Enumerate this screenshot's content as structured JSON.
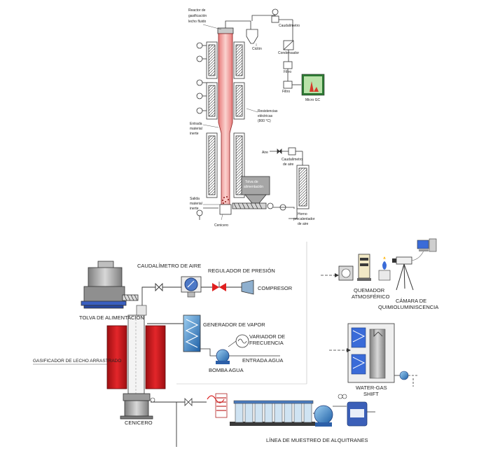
{
  "top_diagram": {
    "reactor_title_1": "Reactor de",
    "reactor_title_2": "gasificación",
    "reactor_title_3": "lecho fluido",
    "cyclone": "Ciclón",
    "flowmeter_top": "Caudalímetro",
    "condenser": "Condensador",
    "filter_1": "Filtro",
    "filter_2": "Filtro",
    "micro_gc": "Micro GC",
    "residences_1": "Resistencias",
    "residences_2": "eléctricas",
    "residences_3": "(800 °C)",
    "inlet_1": "Entrada",
    "inlet_2": "material",
    "inlet_3": "inerte",
    "air": "Aire",
    "air_flow_1": "Caudalímetro",
    "air_flow_2": "de aire",
    "hopper_1": "Tolva de",
    "hopper_2": "alimentación",
    "outlet_1": "Salida",
    "outlet_2": "material",
    "outlet_3": "inerte",
    "ash": "Cenicero",
    "preheater_1": "Horno",
    "preheater_2": "precalentador",
    "preheater_3": "de aire"
  },
  "bottom_left": {
    "air_flowmeter": "CAUDALÍMETRO DE AIRE",
    "pressure_reg": "REGULADOR DE PRESIÓN",
    "compressor": "COMPRESOR",
    "feed_hopper": "TOLVA DE ALIMENTACIÓN",
    "steam_gen": "GENERADOR DE VAPOR",
    "freq_var_1": "VARIADOR DE",
    "freq_var_2": "FRECUENCIA",
    "water_in": "ENTRADA AGUA",
    "water_pump": "BOMBA AGUA",
    "gasifier": "GASIFICADOR DE LECHO ARRASTRADO",
    "ash": "CENICERO",
    "tar_line": "LÍNEA DE MUESTREO DE ALQUITRANES"
  },
  "bottom_right": {
    "burner_1": "QUEMADOR",
    "burner_2": "ATMOSFÉRICO",
    "camera_1": "CÁMARA DE",
    "camera_2": "QUIMIOLUMINISCENCIA",
    "wgs_1": "WATER-GAS",
    "wgs_2": "SHIFT"
  }
}
